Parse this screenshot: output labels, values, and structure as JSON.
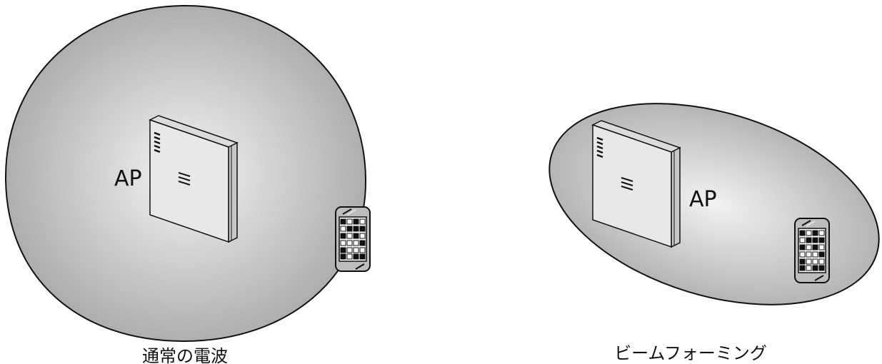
{
  "panels": [
    {
      "id": "normal",
      "ap_label": "AP",
      "caption": "通常の電波"
    },
    {
      "id": "beamforming",
      "ap_label": "AP",
      "caption": "ビームフォーミング"
    }
  ],
  "colors": {
    "coverage_center": "#f4f4f4",
    "coverage_edge": "#a8a8a8",
    "stroke": "#111111",
    "device_face": "#e6e6e6",
    "device_side": "#c8c8c8",
    "phone_body": "#bdbdbd"
  }
}
